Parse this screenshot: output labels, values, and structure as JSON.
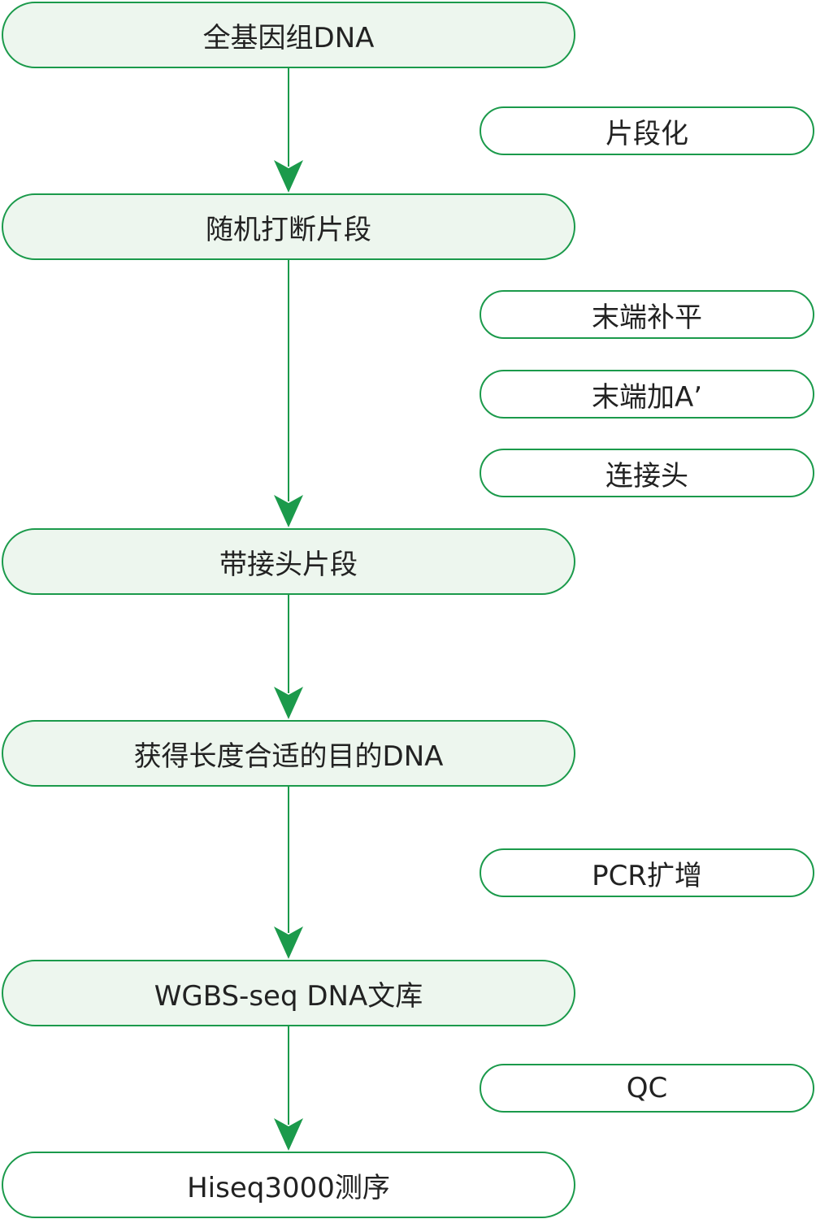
{
  "colors": {
    "accent": "#1b9a4b",
    "main_fill": "#edf6ee",
    "text": "#222222"
  },
  "flow": {
    "main_steps": [
      {
        "label": "全基因组DNA"
      },
      {
        "label": "随机打断片段"
      },
      {
        "label": "带接头片段"
      },
      {
        "label": "获得长度合适的目的DNA"
      },
      {
        "label": "WGBS-seq DNA文库"
      },
      {
        "label": "Hiseq3000测序"
      }
    ],
    "side_steps": [
      {
        "label": "片段化"
      },
      {
        "label": "末端补平"
      },
      {
        "label": "末端加A’"
      },
      {
        "label": "连接头"
      },
      {
        "label": "PCR扩增"
      },
      {
        "label": "QC"
      }
    ]
  }
}
